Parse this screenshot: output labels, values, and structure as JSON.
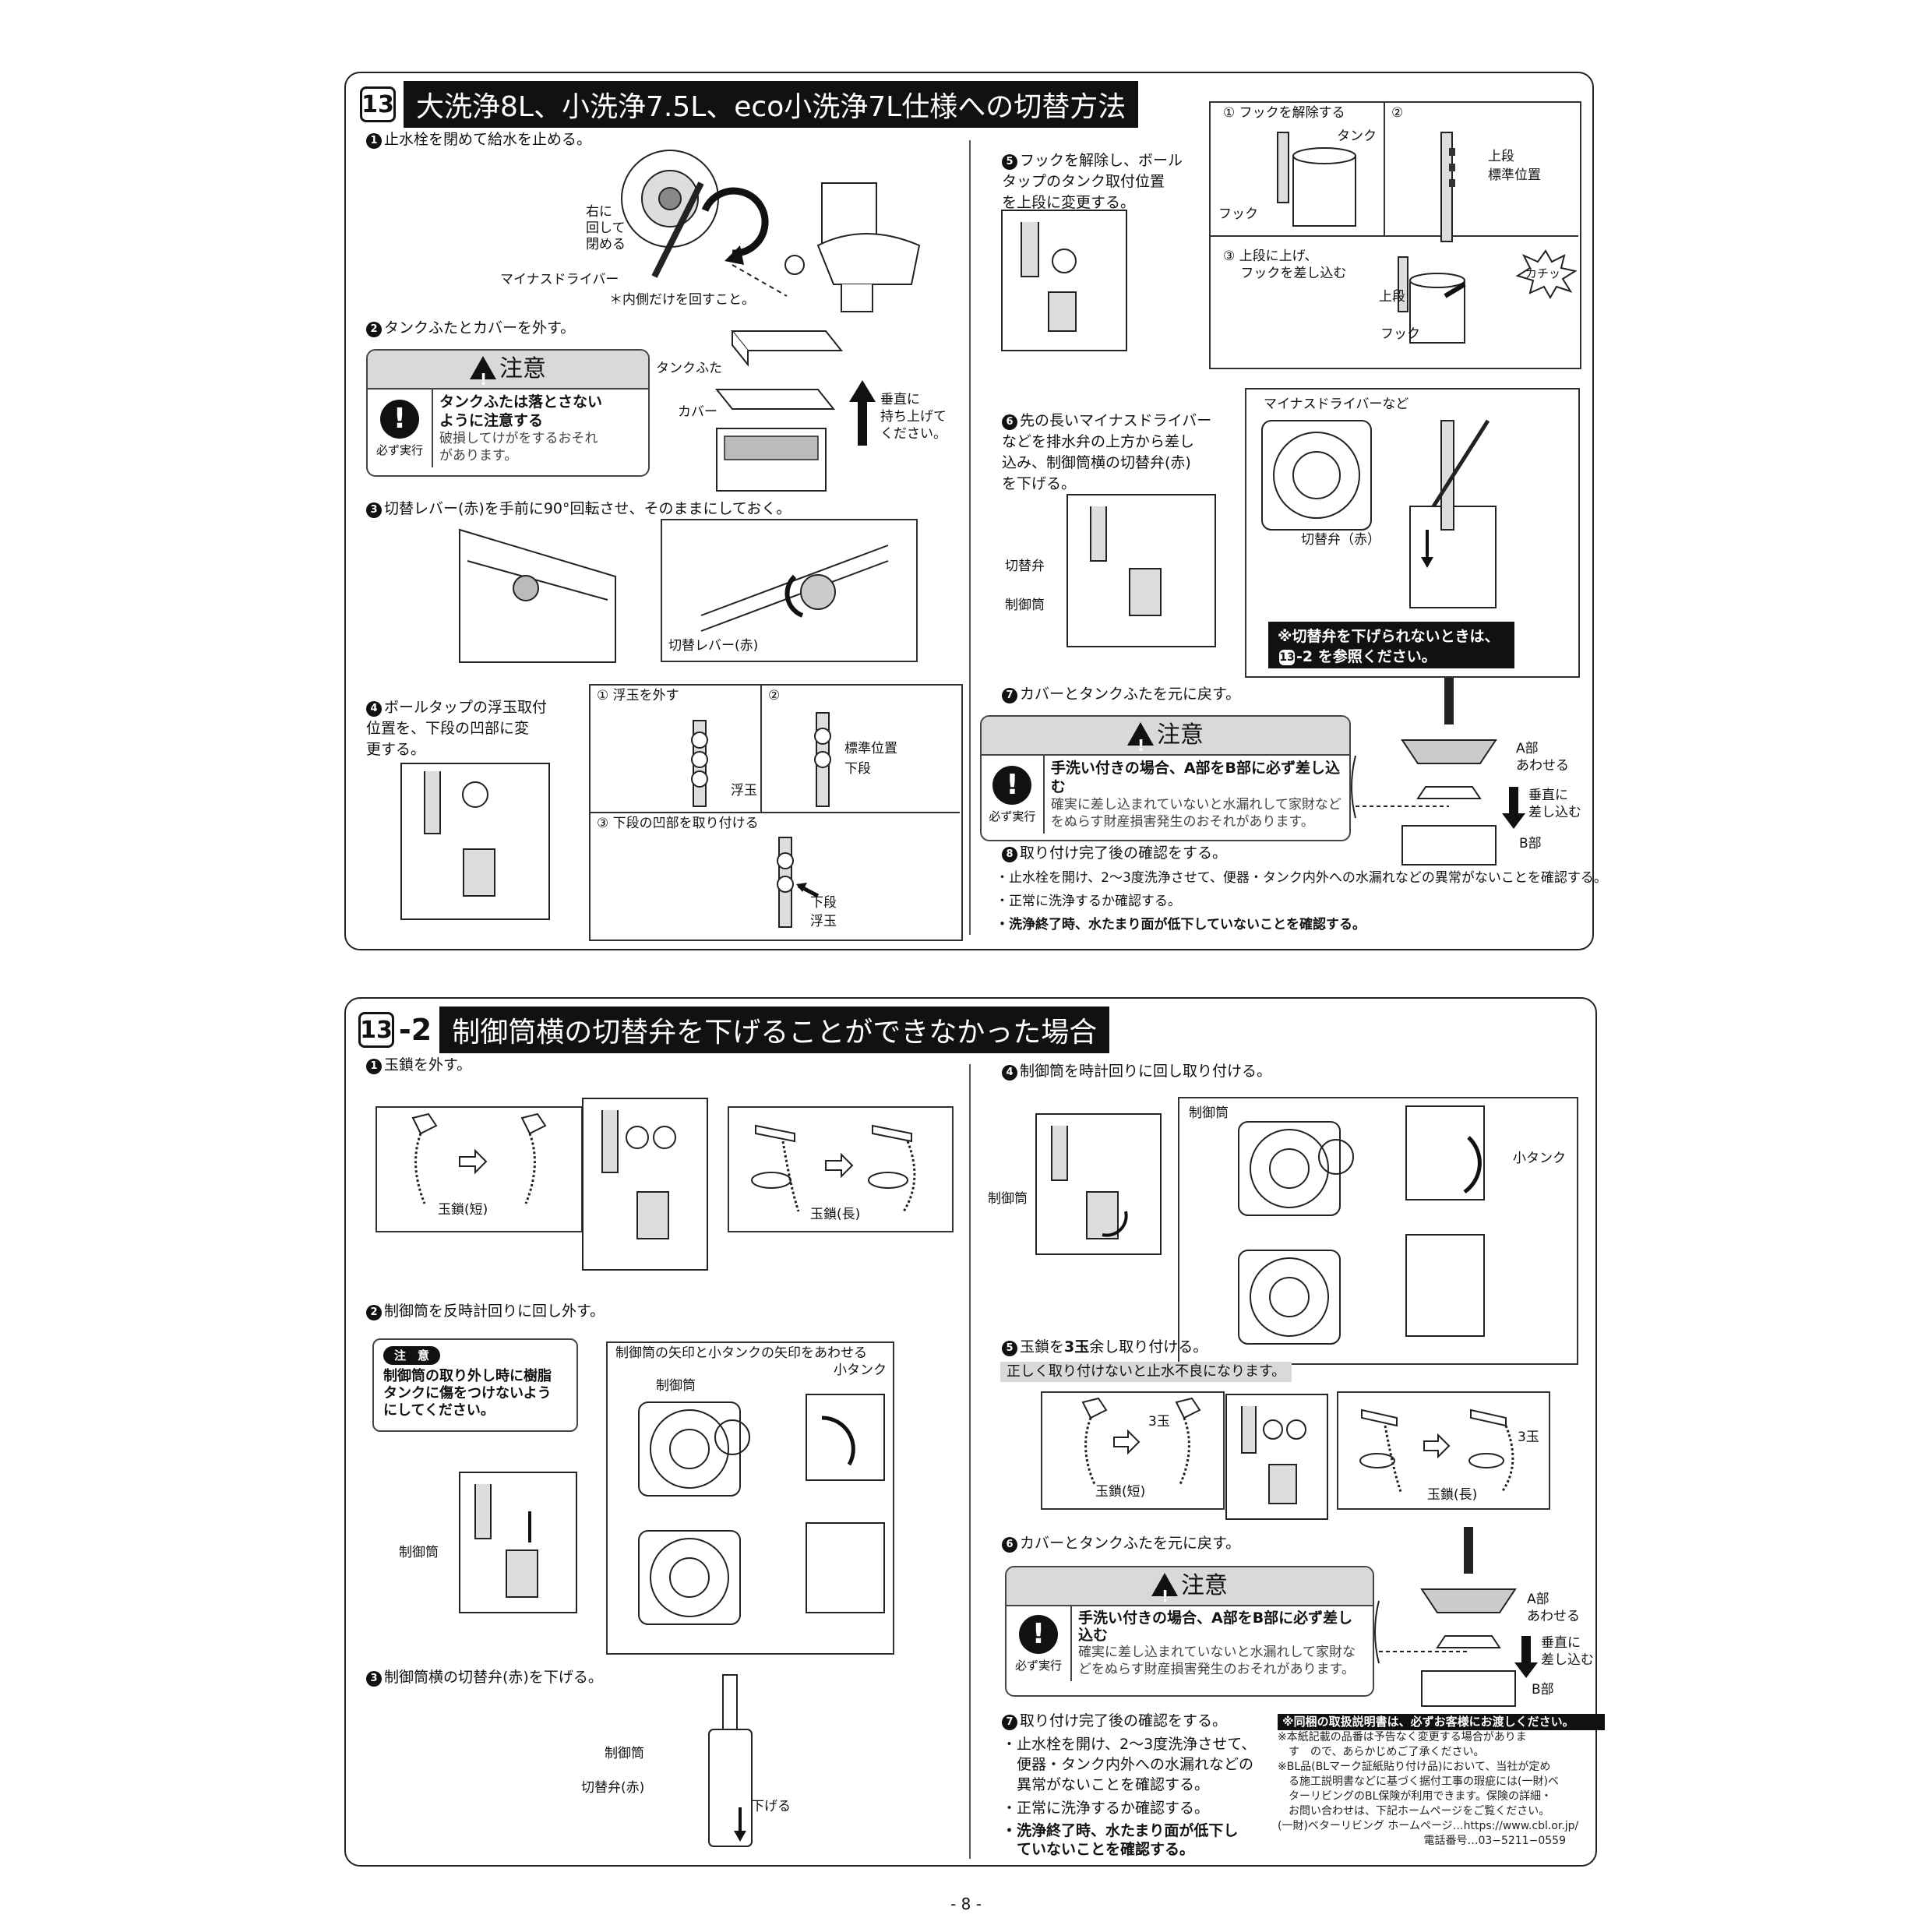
{
  "section13": {
    "num": "13",
    "title": "大洗浄8L、小洗浄7.5L、eco小洗浄7L仕様への切替方法",
    "step1": {
      "n": "1",
      "text": "止水栓を閉めて給水を止める。"
    },
    "step1_labels": {
      "turn_right": "右に\n回して\n閉める",
      "screwdriver": "マイナスドライバー",
      "inner_only": "＊内側だけを回すこと。"
    },
    "step2": {
      "n": "2",
      "text": "タンクふたとカバーを外す。"
    },
    "step2_labels": {
      "tank_lid": "タンクふた",
      "cover": "カバー",
      "lift": "垂直に\n持ち上げて\nください。"
    },
    "caution1": {
      "head": "注意",
      "icon_caption": "必ず実行",
      "bold": "タンクふたは落とさない\nように注意する",
      "gray": "破損してけがをするおそれ\nがあります。"
    },
    "step3": {
      "n": "3",
      "text": "切替レバー(赤)を手前に90°回転させ、そのままにしておく。"
    },
    "step3_labels": {
      "lever": "切替レバー(赤)"
    },
    "step4": {
      "n": "4",
      "text": "ボールタップの浮玉取付\n位置を、下段の凹部に変\n更する。"
    },
    "step4_sub": {
      "s1": "① 浮玉を外す",
      "s2": "②",
      "s3": "③ 下段の凹部を取り付ける",
      "float": "浮玉",
      "standard": "標準位置",
      "lower": "下段",
      "lower2": "下段",
      "float2": "浮玉"
    },
    "step5": {
      "n": "5",
      "text": "フックを解除し、ボール\nタップのタンク取付位置\nを上段に変更する。"
    },
    "step5_sub": {
      "s1": "① フックを解除する",
      "s2": "②",
      "s3": "③ 上段に上げ、\n　 フックを差し込む",
      "tank": "タンク",
      "hook": "フック",
      "upper": "上段",
      "standard": "標準位置",
      "click": "カチッ",
      "upper2": "上段",
      "hook2": "フック"
    },
    "step6": {
      "n": "6",
      "text": "先の長いマイナスドライバー\nなどを排水弁の上方から差し\n込み、制御筒横の切替弁(赤)\nを下げる。"
    },
    "step6_labels": {
      "driver": "マイナスドライバーなど",
      "valve": "切替弁（赤）",
      "valve2": "切替弁",
      "cylinder": "制御筒"
    },
    "step6_note": {
      "line1": "※切替弁を下げられないときは、",
      "ref": "13",
      "line2": "-2 を参照ください。"
    },
    "step7": {
      "n": "7",
      "text": "カバーとタンクふたを元に戻す。"
    },
    "caution2": {
      "head": "注意",
      "icon_caption": "必ず実行",
      "bold": "手洗い付きの場合、A部をB部に必ず差し込む",
      "gray": "確実に差し込まれていないと水漏れして家財など\nをぬらす財産損害発生のおそれがあります。"
    },
    "ab_labels": {
      "a": "A部\nあわせる",
      "vert": "垂直に\n差し込む",
      "b": "B部"
    },
    "step8": {
      "n": "8",
      "text": "取り付け完了後の確認をする。"
    },
    "checks": [
      "・止水栓を開け、2〜3度洗浄させて、便器・タンク内外への水漏れなどの異常がないことを確認する。",
      "・正常に洗浄するか確認する。",
      "・洗浄終了時、水たまり面が低下していないことを確認する。"
    ]
  },
  "section13_2": {
    "num": "13",
    "suffix": "-2",
    "title": "制御筒横の切替弁を下げることができなかった場合",
    "step1": {
      "n": "1",
      "text": "玉鎖を外す。"
    },
    "step1_labels": {
      "short": "玉鎖(短)",
      "long": "玉鎖(長)"
    },
    "step2": {
      "n": "2",
      "text": "制御筒を反時計回りに回し外す。"
    },
    "note": {
      "tag": "注　意",
      "text": "制御筒の取り外し時に樹脂\nタンクに傷をつけないよう\nにしてください。"
    },
    "step2_labels": {
      "align": "制御筒の矢印と小タンクの矢印をあわせる",
      "small_tank": "小タンク",
      "cylinder": "制御筒",
      "cylinder2": "制御筒"
    },
    "step3": {
      "n": "3",
      "text": "制御筒横の切替弁(赤)を下げる。"
    },
    "step3_labels": {
      "cylinder": "制御筒",
      "valve": "切替弁(赤)",
      "lower": "下げる"
    },
    "step4": {
      "n": "4",
      "text": "制御筒を時計回りに回し取り付ける。"
    },
    "step4_labels": {
      "cylinder": "制御筒",
      "cylinder2": "制御筒",
      "small_tank": "小タンク"
    },
    "step5": {
      "n": "5",
      "text_pre": "玉鎖を",
      "text_bold": "3玉",
      "text_post": "余し取り付ける。"
    },
    "step5_bar": "正しく取り付けないと止水不良になります。",
    "step5_labels": {
      "three": "3玉",
      "three2": "3玉",
      "short": "玉鎖(短)",
      "long": "玉鎖(長)"
    },
    "step6": {
      "n": "6",
      "text": "カバーとタンクふたを元に戻す。"
    },
    "caution3": {
      "head": "注意",
      "icon_caption": "必ず実行",
      "bold": "手洗い付きの場合、A部をB部に必ず差し\n込む",
      "gray": "確実に差し込まれていないと水漏れして家財な\nどをぬらす財産損害発生のおそれがあります。"
    },
    "ab_labels": {
      "a": "A部\nあわせる",
      "vert": "垂直に\n差し込む",
      "b": "B部"
    },
    "step7": {
      "n": "7",
      "text": "取り付け完了後の確認をする。"
    },
    "checks": [
      "・止水栓を開け、2〜3度洗浄させて、\n　便器・タンク内外への水漏れなどの\n　異常がないことを確認する。",
      "・正常に洗浄するか確認する。",
      "・洗浄終了時、水たまり面が低下し\n　ていないことを確認する。"
    ]
  },
  "footer": {
    "head": "※同梱の取扱説明書は、必ずお客様にお渡しください。",
    "lines": [
      "※本紙記載の品番は予告なく変更する場合がありま",
      "　す　ので、あらかじめご了承ください。",
      "※BL品(BLマーク証紙貼り付け品)において、当社が定め",
      "　る施工説明書などに基づく据付工事の瑕疵には(一財)ベ",
      "　ターリビングのBL保険が利用できます。保険の詳細・",
      "　お問い合わせは、下記ホームページをご覧ください。",
      "(一財)ベターリビング ホームページ…https://www.cbl.or.jp/",
      "電話番号…03−5211−0559"
    ]
  },
  "page_number": "- 8 -"
}
